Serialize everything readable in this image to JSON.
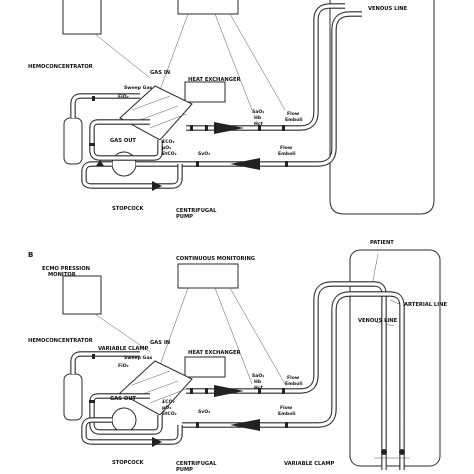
{
  "panel_b": {
    "letter": "B"
  },
  "panel_a": {
    "venous_line": "VENOUS LINE",
    "hemoconcentrator": "HEMOCONCENTRATOR",
    "gas_in": "GAS IN",
    "heat_exchanger": "HEAT EXCHANGER",
    "sweep_gas": "Sweep Gas",
    "fio2": "FiO₂",
    "sao2": "SaO₂",
    "hb": "Hb",
    "hct": "Hct",
    "flow": "Flow",
    "emboli": "Emboli",
    "gas_out": "GAS OUT",
    "eco2": "£CO₂",
    "po2": "pO₂",
    "etco2": "EtCO₂",
    "sv02": "SvO₂",
    "flow2": "Flow",
    "emboli2": "Emboli",
    "stopcock": "STOPCOCK",
    "centrifugal": "CENTRIFUGAL",
    "pump": "PUMP"
  },
  "panel_b_labels": {
    "patient": "PATIENT",
    "ecmo_monitor_1": "ECMO PRESSION",
    "ecmo_monitor_2": "MONITOR",
    "continuous_monitoring": "CONTINUOUS MONITORING",
    "arterial_line": "ARTERIAL LINE",
    "venous_line": "VENOUS LINE",
    "hemoconcentrator": "HEMOCONCENTRATOR",
    "variable_clamp": "VARIABLE CLAMP",
    "gas_in": "GAS IN",
    "heat_exchanger": "HEAT EXCHANGER",
    "sweep_gas": "Sweep Gas",
    "fio2": "FiO₂",
    "sao2": "SaO₂",
    "hb": "Hb",
    "hct": "Hct",
    "flow": "Flow",
    "emboli": "Emboli",
    "gas_out": "GAS OUT",
    "eco2": "£CO₂",
    "po2": "pO₂",
    "etco2": "EtCO₂",
    "sv02": "SvO₂",
    "flow2": "Flow",
    "emboli2": "Emboli",
    "stopcock": "STOPCOCK",
    "centrifugal": "CENTRIFUGAL",
    "pump": "PUMP",
    "variable_clamp_bottom": "VARIABLE CLAMP"
  }
}
